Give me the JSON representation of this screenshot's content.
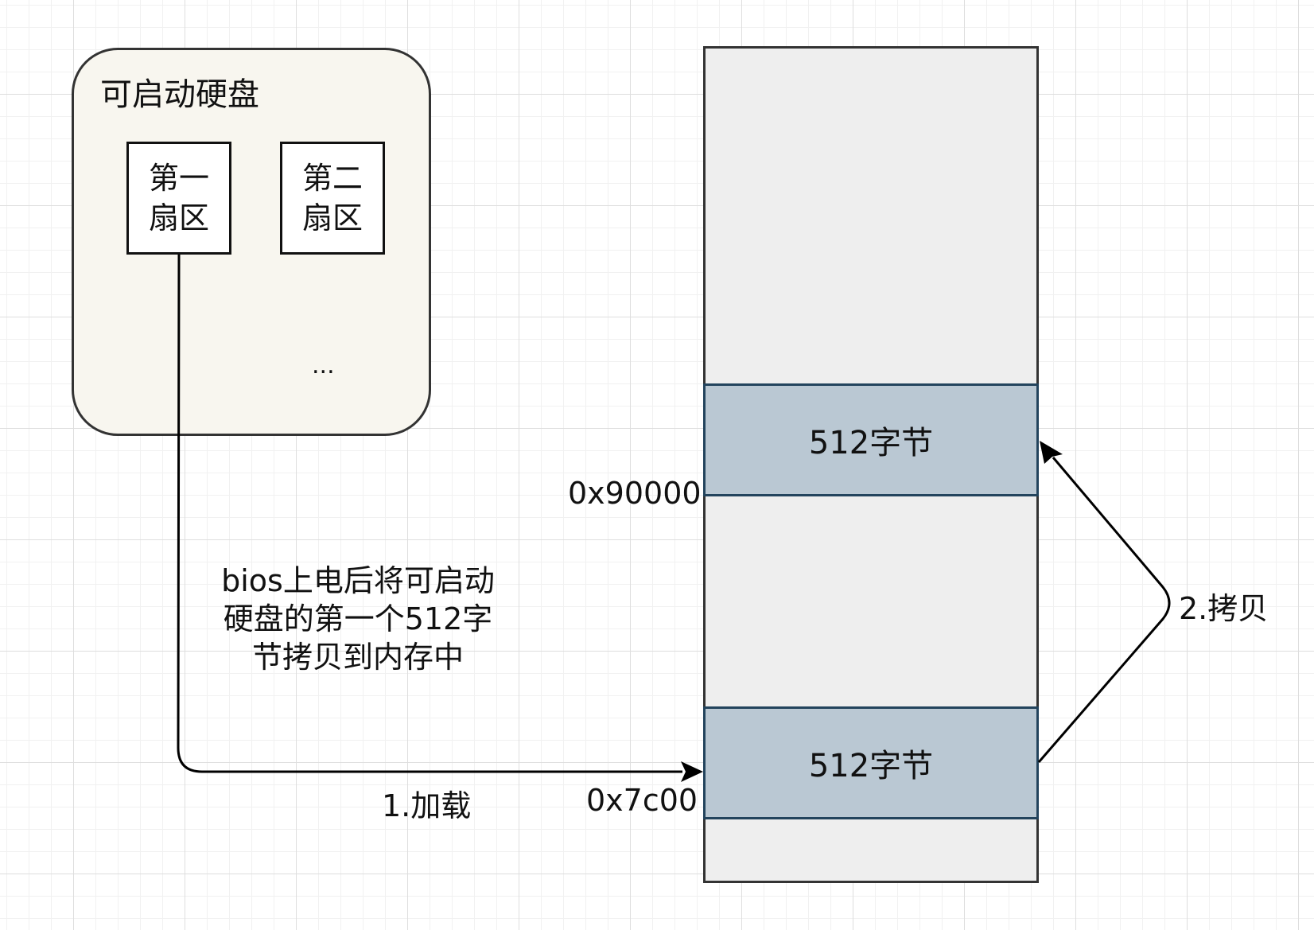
{
  "disk": {
    "title": "可启动硬盘",
    "sector1_line1": "第一",
    "sector1_line2": "扇区",
    "sector2_line1": "第二",
    "sector2_line2": "扇区",
    "ellipsis": "..."
  },
  "memory": {
    "block_upper_label": "512字节",
    "block_lower_label": "512字节",
    "addr_upper": "0x90000",
    "addr_lower": "0x7c00"
  },
  "annotations": {
    "description_line1": "bios上电后将可启动",
    "description_line2": "硬盘的第一个512字",
    "description_line3": "节拷贝到内存中",
    "step1": "1.加载",
    "step2": "2.拷贝"
  }
}
